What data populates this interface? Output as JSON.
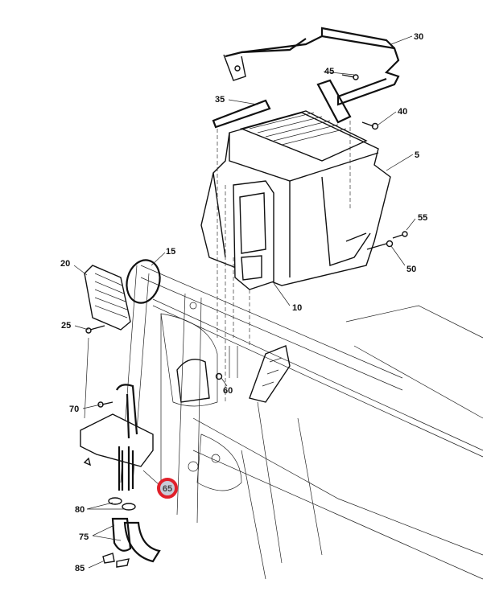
{
  "diagram": {
    "title": "HVAC module exploded parts diagram",
    "callouts": [
      {
        "id": "30",
        "label": "30"
      },
      {
        "id": "45",
        "label": "45"
      },
      {
        "id": "35",
        "label": "35"
      },
      {
        "id": "40",
        "label": "40"
      },
      {
        "id": "5",
        "label": "5"
      },
      {
        "id": "55",
        "label": "55"
      },
      {
        "id": "50",
        "label": "50"
      },
      {
        "id": "10",
        "label": "10"
      },
      {
        "id": "15",
        "label": "15"
      },
      {
        "id": "20",
        "label": "20"
      },
      {
        "id": "25",
        "label": "25"
      },
      {
        "id": "60",
        "label": "60"
      },
      {
        "id": "70",
        "label": "70"
      },
      {
        "id": "65",
        "label": "65"
      },
      {
        "id": "80",
        "label": "80"
      },
      {
        "id": "75",
        "label": "75"
      },
      {
        "id": "85",
        "label": "85"
      }
    ],
    "highlighted_callout": "65",
    "highlight_color": "#e0202a",
    "highlight_fill": "#c8ccd8"
  }
}
